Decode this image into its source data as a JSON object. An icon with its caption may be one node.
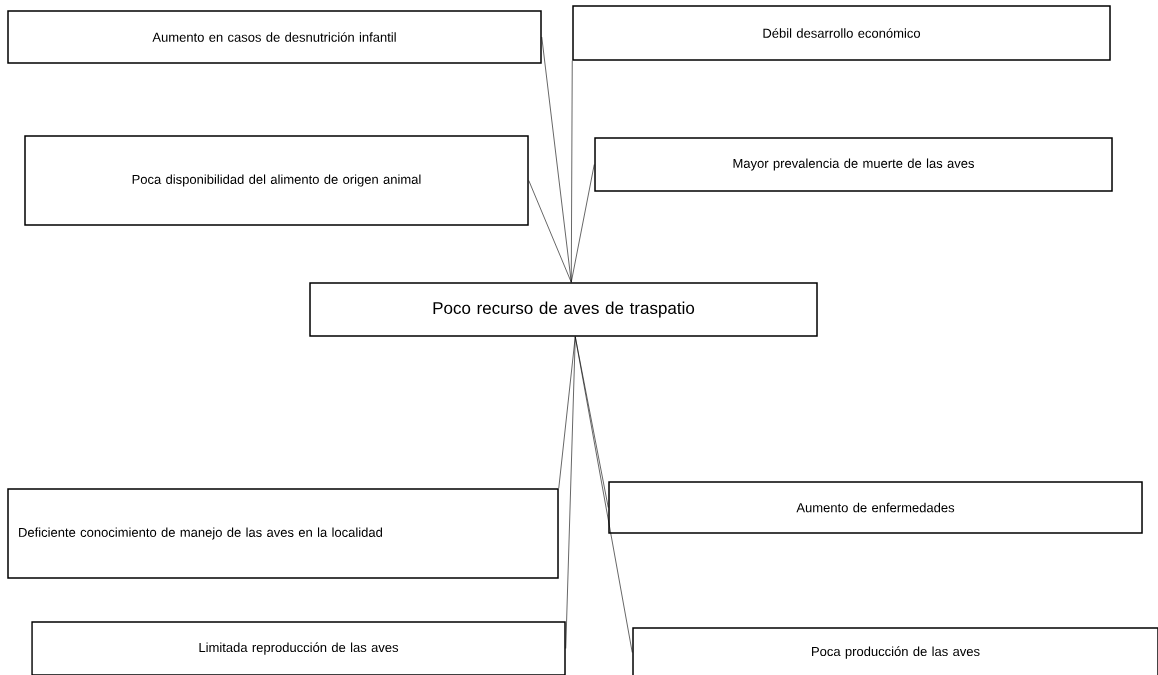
{
  "diagram": {
    "nodes": [
      {
        "text": [
          "Aumento en casos de desnutrición infantil"
        ]
      },
      {
        "text": [
          "Débil desarrollo económico"
        ]
      },
      {
        "text": [
          "Poca disponibilidad del alimento de origen animal"
        ]
      },
      {
        "text": [
          "Mayor prevalencia de muerte de las aves"
        ]
      },
      {
        "text": [
          "Poco recurso de aves de traspatio"
        ]
      },
      {
        "text": [
          "Deficiente conocimiento de manejo de las aves en la localidad"
        ]
      },
      {
        "text": [
          "Aumento de enfermedades"
        ]
      },
      {
        "text": [
          "Limitada reproducción de las aves"
        ]
      },
      {
        "text": [
          "Poca producción de las aves"
        ]
      }
    ],
    "edges": [
      {
        "from": 4,
        "to": 0,
        "arrow": "none"
      },
      {
        "from": 4,
        "to": 1,
        "arrow": "none"
      },
      {
        "from": 4,
        "to": 2,
        "arrow": "none"
      },
      {
        "from": 4,
        "to": 3,
        "arrow": "none"
      },
      {
        "from": 4,
        "to": 5,
        "arrow": "none"
      },
      {
        "from": 4,
        "to": 6,
        "arrow": "none"
      },
      {
        "from": 4,
        "to": 7,
        "arrow": "none"
      },
      {
        "from": 4,
        "to": 8,
        "arrow": "none"
      }
    ]
  }
}
